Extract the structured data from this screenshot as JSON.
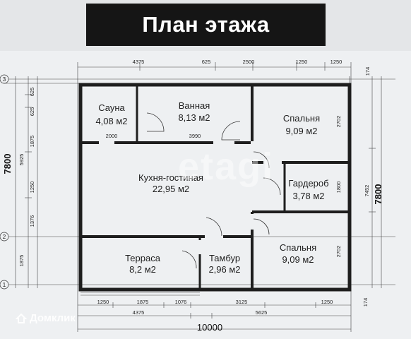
{
  "title": "План этажа",
  "watermark": "etagi",
  "brand": "Домклик",
  "rooms": [
    {
      "name": "Сауна",
      "area": "4,08 м2"
    },
    {
      "name": "Ванная",
      "area": "8,13 м2"
    },
    {
      "name": "Спальня",
      "area": "9,09 м2"
    },
    {
      "name": "Кухня-гостиная",
      "area": "22,95 м2"
    },
    {
      "name": "Гардероб",
      "area": "3,78 м2"
    },
    {
      "name": "Терраса",
      "area": "8,2 м2"
    },
    {
      "name": "Тамбур",
      "area": "2,96 м2"
    },
    {
      "name": "Спальня",
      "area": "9,09 м2"
    }
  ],
  "dims": {
    "top": [
      "4375",
      "625",
      "2500",
      "1250",
      "1250"
    ],
    "top_right": "174",
    "left_outer": "7800",
    "left_inner": "5925",
    "left_chain": [
      "625",
      "625",
      "1875",
      "1250",
      "1376",
      "1875"
    ],
    "right_outer": "7800",
    "right_inner": "7452",
    "right_chain": [
      "2702",
      "1800",
      "2702"
    ],
    "bottom_right": "174",
    "bottom_row1": [
      "1250",
      "1875",
      "1076",
      "3125",
      "1250"
    ],
    "bottom_row2": [
      "4375",
      "5625"
    ],
    "bottom_total": "10000",
    "inner": [
      "2000",
      "3990"
    ]
  },
  "axes": {
    "left": [
      "3",
      "2",
      "1"
    ]
  }
}
